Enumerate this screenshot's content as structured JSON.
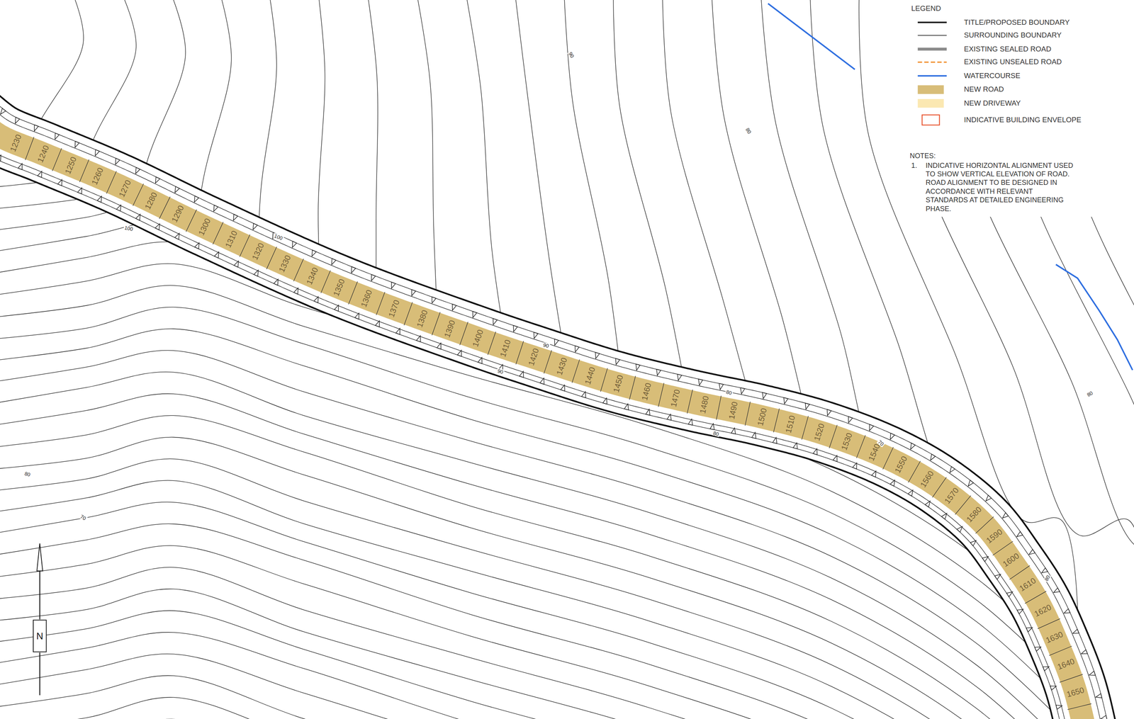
{
  "diagram": {
    "labels": [
      "LEGEND",
      "NOTES:",
      "1.",
      "INDICATIVE HORIZONTAL ALIGNMENT USED TO SHOW VERTICAL ELEVATION OF ROAD. ROAD ALIGNMENT TO BE DESIGNED IN ACCORDANCE WITH RELEVANT STANDARDS AT DETAILED ENGINEERING PHASE.",
      "1230",
      "1240",
      "1250",
      "1260",
      "1270",
      "1280",
      "1290",
      "1300",
      "1310",
      "1320",
      "1330",
      "1340",
      "1350",
      "1360",
      "1370",
      "1380",
      "1390",
      "1400",
      "1410",
      "1420",
      "1430",
      "1440",
      "1450",
      "1460",
      "1470",
      "1480",
      "1490",
      "1500",
      "1510",
      "1520",
      "1530",
      "1540",
      "1550",
      "1560",
      "1570",
      "1580",
      "1590",
      "1600",
      "1610",
      "1620",
      "1630",
      "1640",
      "1650",
      "90",
      "80",
      "100",
      "100",
      "90",
      "90",
      "80",
      "80",
      "80",
      "70",
      "80",
      "70",
      "80",
      "N"
    ],
    "legend": [
      {
        "text": "TITLE/PROPOSED BOUNDARY"
      },
      {
        "text": "SURROUNDING BOUNDARY"
      },
      {
        "text": "EXISTING SEALED ROAD"
      },
      {
        "text": "EXISTING UNSEALED ROAD"
      },
      {
        "text": "WATERCOURSE"
      },
      {
        "text": "NEW ROAD",
        "color": "#d8bd78"
      },
      {
        "text": "NEW DRIVEWAY",
        "color": "#fbe8b2"
      },
      {
        "text": "INDICATIVE BUILDING ENVELOPE"
      }
    ]
  }
}
